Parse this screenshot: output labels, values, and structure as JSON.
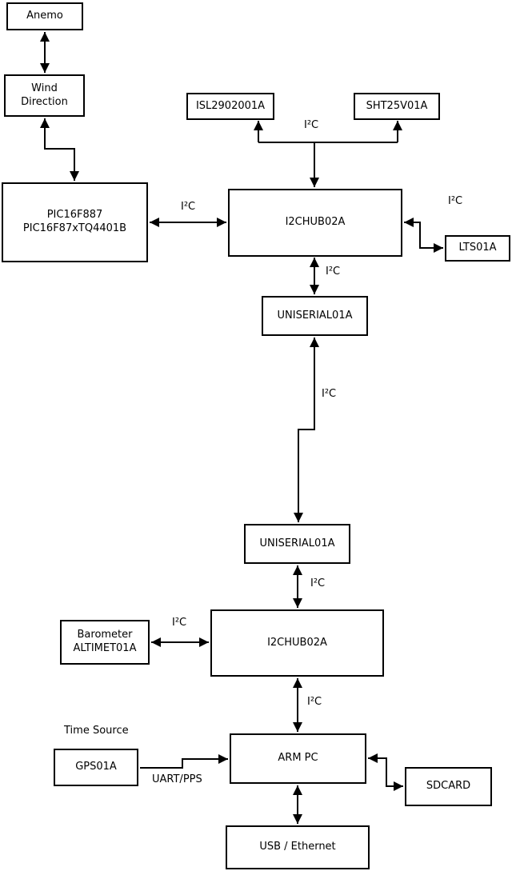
{
  "diagram": {
    "background_color": "#ffffff",
    "line_color": "#000000",
    "boxes": {
      "anemo": {
        "label": "Anemo"
      },
      "wind_direction": {
        "line1": "Wind",
        "line2": "Direction"
      },
      "pic": {
        "line1": "PIC16F887",
        "line2": "PIC16F87xTQ4401B"
      },
      "isl": {
        "label": "ISL2902001A"
      },
      "sht": {
        "label": "SHT25V01A"
      },
      "i2chub_top": {
        "label": "I2CHUB02A"
      },
      "lts": {
        "label": "LTS01A"
      },
      "uniserial_top": {
        "label": "UNISERIAL01A"
      },
      "uniserial_bottom": {
        "label": "UNISERIAL01A"
      },
      "barometer": {
        "line1": "Barometer",
        "line2": "ALTIMET01A"
      },
      "i2chub_bottom": {
        "label": "I2CHUB02A"
      },
      "gps": {
        "label": "GPS01A"
      },
      "arm_pc": {
        "label": "ARM PC"
      },
      "sdcard": {
        "label": "SDCARD"
      },
      "usb_ethernet": {
        "label": "USB / Ethernet"
      }
    },
    "edge_labels": {
      "i2c": "I²C",
      "uart_pps": "UART/PPS",
      "time_source": "Time Source"
    }
  }
}
